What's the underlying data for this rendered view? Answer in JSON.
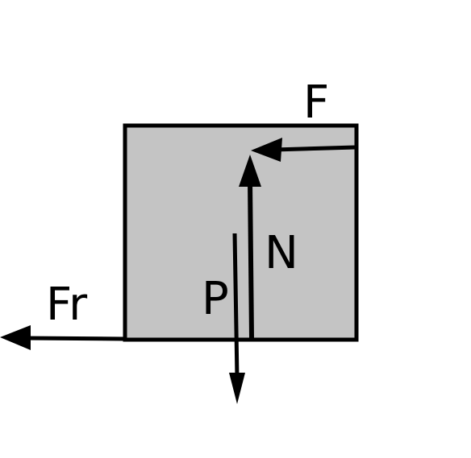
{
  "diagram": {
    "block": {
      "fill": "#c4c4c4",
      "stroke": "#000000"
    },
    "forces": {
      "applied": {
        "label": "F",
        "direction": "left"
      },
      "normal": {
        "label": "N",
        "direction": "up"
      },
      "weight": {
        "label": "P",
        "direction": "down"
      },
      "friction": {
        "label": "Fr",
        "direction": "left"
      }
    }
  }
}
